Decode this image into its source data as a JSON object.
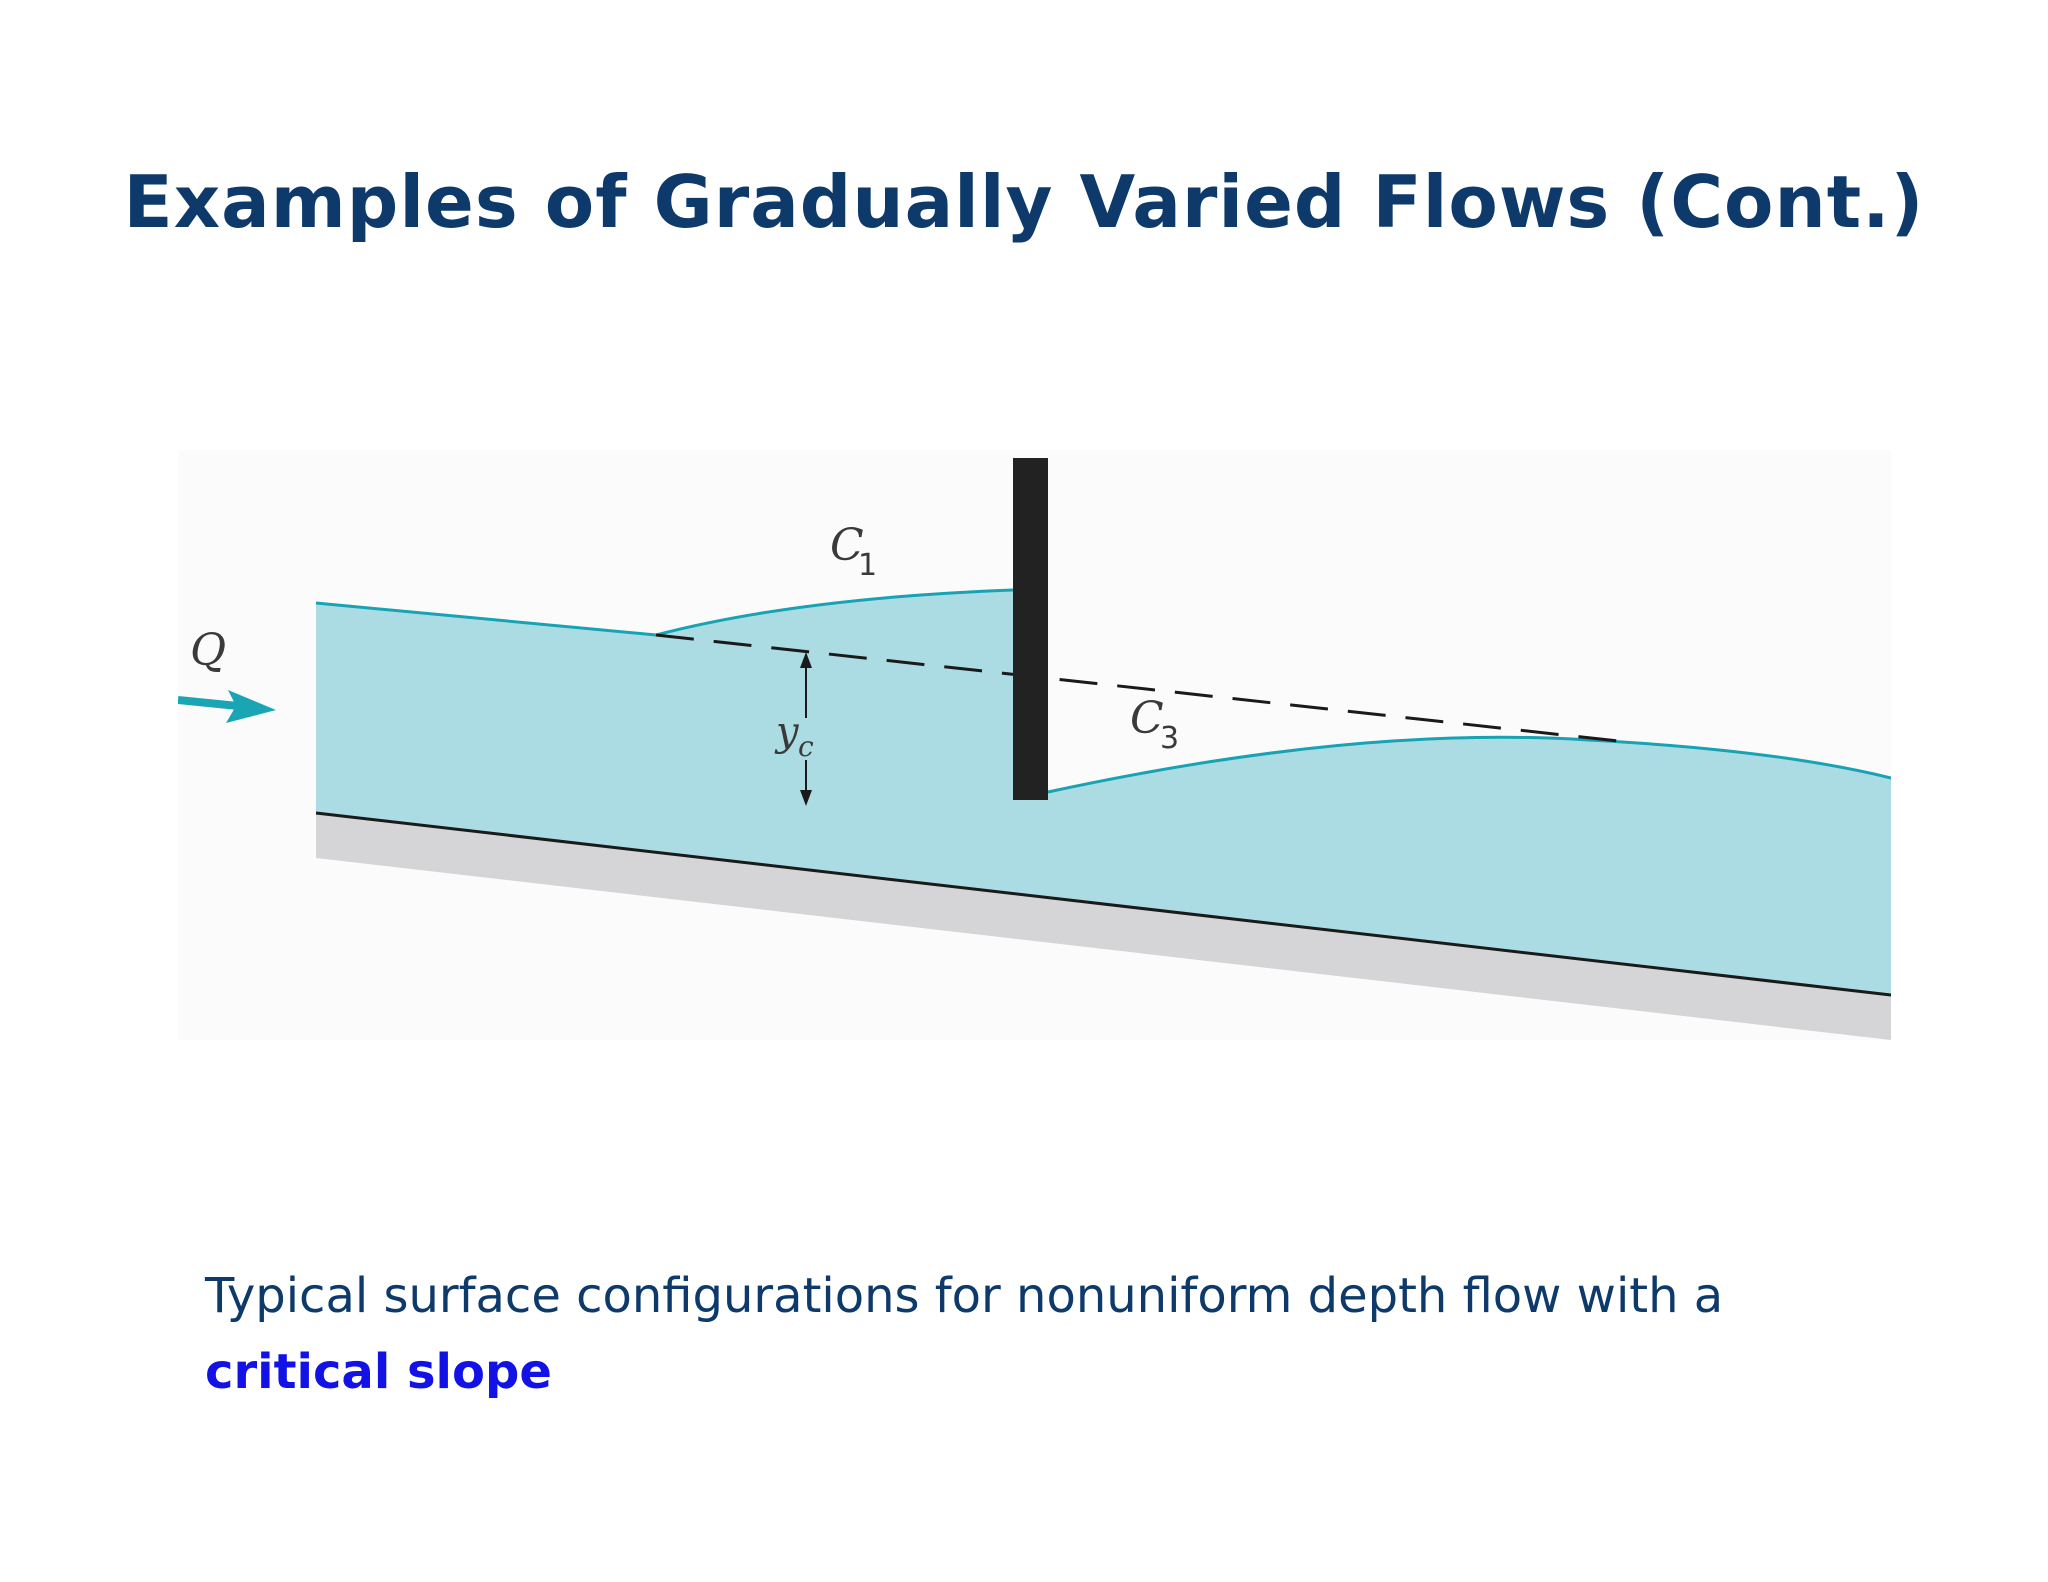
{
  "slide": {
    "title": "Examples of Gradually Varied Flows (Cont.)"
  },
  "diagram": {
    "labels": {
      "flow": "Q",
      "profile_upstream": "C",
      "profile_upstream_sub": "1",
      "profile_downstream": "C",
      "profile_downstream_sub": "3",
      "critical_depth": "y",
      "critical_depth_sub": "c"
    },
    "colors": {
      "water": "#acdce3",
      "water_surface": "#17a3b3",
      "arrow": "#1aa5b5",
      "channel_bed": "#d5d5d7",
      "gate": "#222222",
      "background_panel": "#fbfbfb"
    }
  },
  "caption": {
    "text": "Typical surface configurations for nonuniform depth flow with a",
    "emphasis": "critical slope"
  }
}
